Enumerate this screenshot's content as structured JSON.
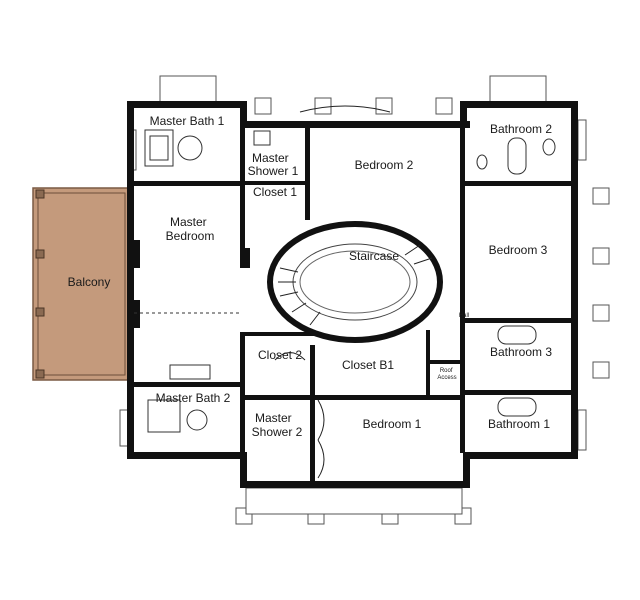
{
  "colors": {
    "wall": "#111111",
    "balcony": "#c49a7c",
    "background": "#ffffff"
  },
  "rooms": {
    "master_bath_1": "Master Bath 1",
    "master_shower_1": [
      "Master",
      "Shower 1"
    ],
    "bedroom_2": "Bedroom 2",
    "bathroom_2": "Bathroom 2",
    "closet_1": "Closet 1",
    "master_bedroom": [
      "Master",
      "Bedroom"
    ],
    "staircase": "Staircase",
    "bedroom_3": "Bedroom 3",
    "balcony": "Balcony",
    "hall": "Hall",
    "closet_2": "Closet 2",
    "closet_b1": "Closet B1",
    "bathroom_3": "Bathroom 3",
    "roof_access": [
      "Roof",
      "Access"
    ],
    "master_bath_2": "Master Bath 2",
    "master_shower_2": [
      "Master",
      "Shower 2"
    ],
    "bedroom_1": "Bedroom 1",
    "bathroom_1": "Bathroom 1"
  }
}
